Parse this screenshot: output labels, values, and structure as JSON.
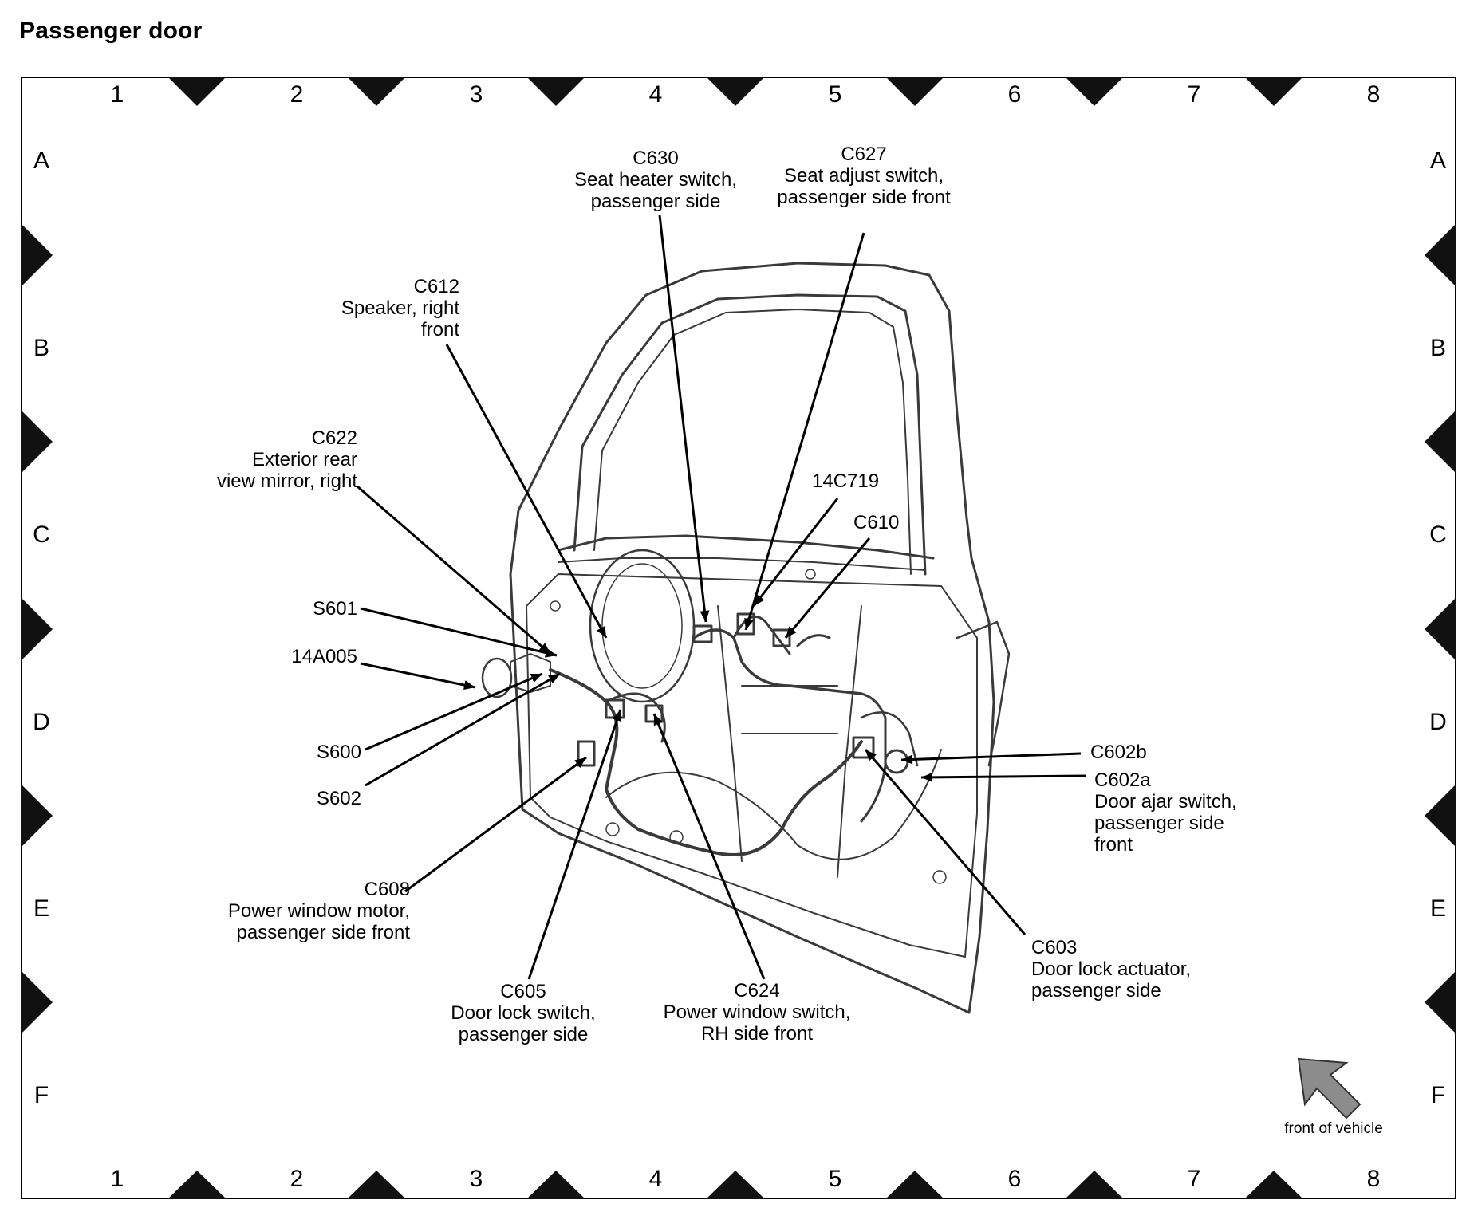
{
  "title": "Passenger door",
  "grid": {
    "columns": [
      "1",
      "2",
      "3",
      "4",
      "5",
      "6",
      "7",
      "8"
    ],
    "rows": [
      "A",
      "B",
      "C",
      "D",
      "E",
      "F"
    ]
  },
  "callouts": [
    {
      "id": "c630",
      "lines": [
        "C630",
        "Seat heater switch,",
        "passenger side"
      ]
    },
    {
      "id": "c627",
      "lines": [
        "C627",
        "Seat adjust switch,",
        "passenger side front"
      ]
    },
    {
      "id": "c612",
      "lines": [
        "C612",
        "Speaker, right",
        "front"
      ]
    },
    {
      "id": "c622",
      "lines": [
        "C622",
        "Exterior rear",
        "view mirror, right"
      ]
    },
    {
      "id": "14c719",
      "lines": [
        "14C719"
      ]
    },
    {
      "id": "c610",
      "lines": [
        "C610"
      ]
    },
    {
      "id": "s601",
      "lines": [
        "S601"
      ]
    },
    {
      "id": "14a005",
      "lines": [
        "14A005"
      ]
    },
    {
      "id": "s600",
      "lines": [
        "S600"
      ]
    },
    {
      "id": "s602",
      "lines": [
        "S602"
      ]
    },
    {
      "id": "c602b",
      "lines": [
        "C602b"
      ]
    },
    {
      "id": "c602a",
      "lines": [
        "C602a",
        "Door ajar switch,",
        "passenger side",
        "front"
      ]
    },
    {
      "id": "c608",
      "lines": [
        "C608",
        "Power window motor,",
        "passenger side front"
      ]
    },
    {
      "id": "c605",
      "lines": [
        "C605",
        "Door lock switch,",
        "passenger side"
      ]
    },
    {
      "id": "c624",
      "lines": [
        "C624",
        "Power window switch,",
        "RH side front"
      ]
    },
    {
      "id": "c603",
      "lines": [
        "C603",
        "Door lock actuator,",
        "passenger side"
      ]
    }
  ],
  "orientation": {
    "label": "front of vehicle",
    "icon": "arrow-up-left-icon"
  },
  "colors": {
    "line": "#000000",
    "drawing": "#3a3a3a",
    "marker": "#111111",
    "arrow_fill": "#8c8c8c"
  }
}
